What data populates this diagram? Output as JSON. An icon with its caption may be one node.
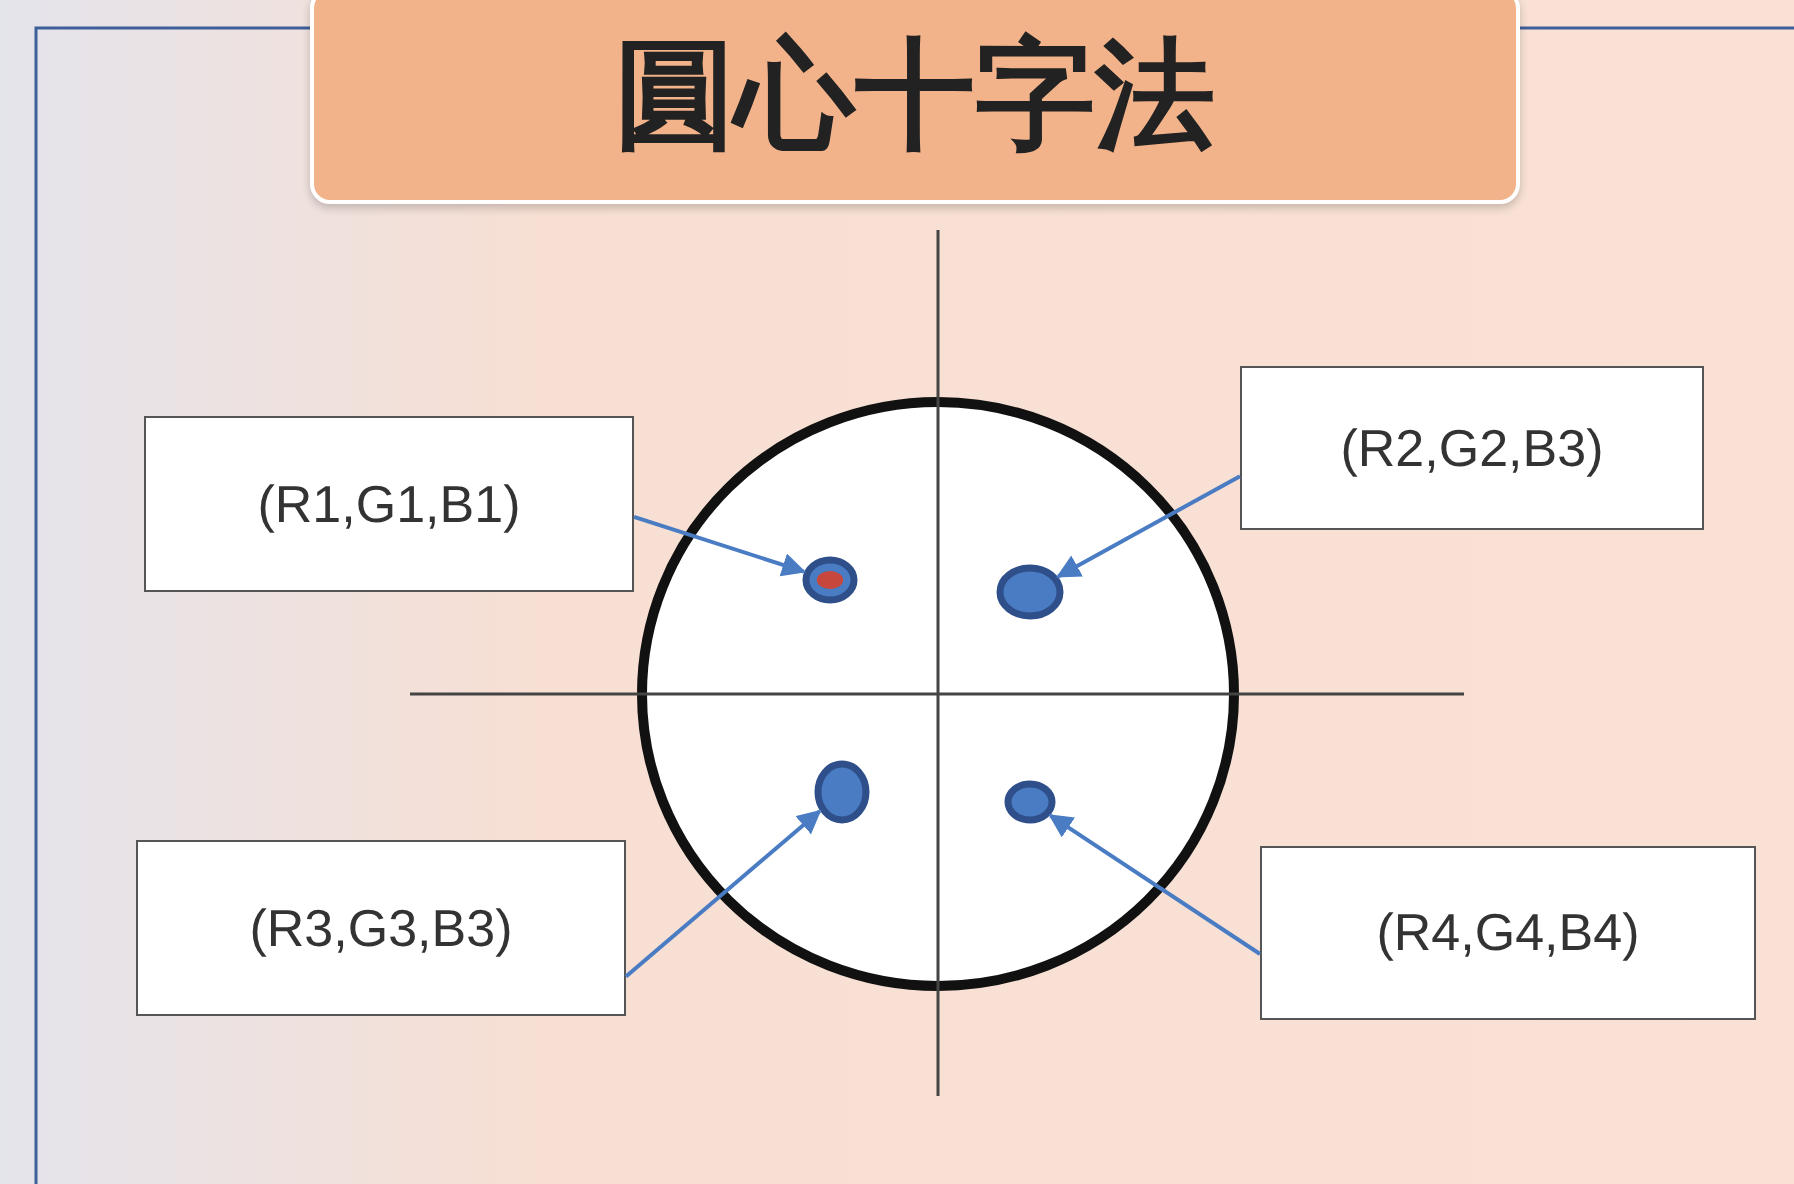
{
  "diagram": {
    "title": "圓心十字法",
    "nodes": [
      {
        "text": [
          "(R1,G1,B1)"
        ]
      },
      {
        "text": [
          "(R2,G2,B3)"
        ]
      },
      {
        "text": [
          "(R3,G3,B3)"
        ]
      },
      {
        "text": [
          "(R4,G4,B4)"
        ]
      },
      {
        "text": [],
        "shape": "circle"
      },
      {
        "text": [],
        "shape": "circle"
      },
      {
        "text": [],
        "shape": "circle"
      },
      {
        "text": [],
        "shape": "circle"
      }
    ],
    "edges": [
      {
        "from": 0,
        "to": 4,
        "arrow": "to"
      },
      {
        "from": 1,
        "to": 5,
        "arrow": "to"
      },
      {
        "from": 2,
        "to": 6,
        "arrow": "to"
      },
      {
        "from": 3,
        "to": 7,
        "arrow": "to"
      }
    ]
  }
}
